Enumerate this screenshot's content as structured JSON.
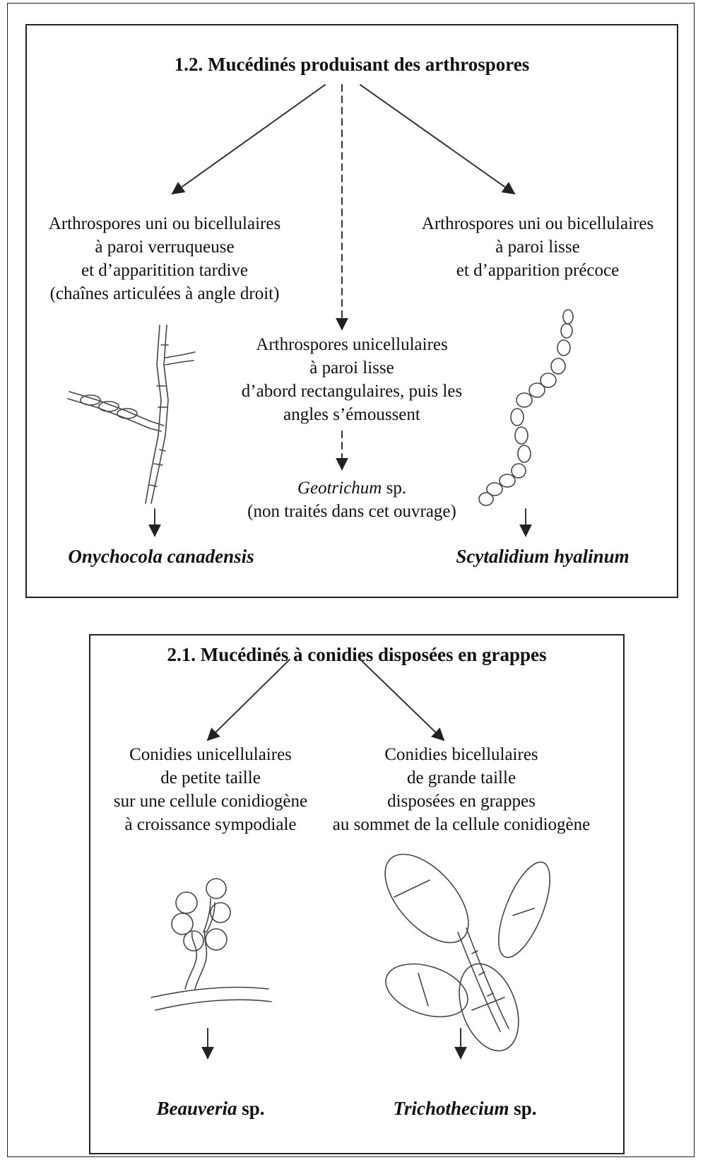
{
  "section1": {
    "title": "1.2. Mucédinés produisant des arthrospores",
    "left": {
      "lines": [
        "Arthrospores uni ou bicellulaires",
        "à paroi verruqueuse",
        "et d’apparitition tardive",
        "(chaînes articulées à angle droit)"
      ],
      "taxon": "Onychocola canadensis"
    },
    "center": {
      "lines": [
        "Arthrospores unicellulaires",
        "à paroi lisse",
        "d’abord rectangulaires, puis les",
        "angles s’émoussent"
      ],
      "taxon_italic": "Geotrichum",
      "taxon_suffix": " sp.",
      "note": "(non traités dans cet ouvrage)"
    },
    "right": {
      "lines": [
        "Arthrospores uni ou bicellulaires",
        "à paroi lisse",
        "et d’apparition précoce"
      ],
      "taxon": "Scytalidium hyalinum"
    }
  },
  "section2": {
    "title": "2.1. Mucédinés à conidies disposées en grappes",
    "left": {
      "lines": [
        "Conidies unicellulaires",
        "de petite taille",
        "sur une cellule conidiogène",
        "à croissance sympodiale"
      ],
      "taxon_italic": "Beauveria",
      "taxon_suffix": " sp."
    },
    "right": {
      "lines": [
        "Conidies bicellulaires",
        "de grande taille",
        "disposées en grappes",
        "au sommet de la cellule conidiogène"
      ],
      "taxon_italic": "Trichothecium",
      "taxon_suffix": " sp."
    }
  },
  "icons": {
    "arrow": "arrow-icon",
    "down_arrow": "down-arrow-icon",
    "onychocola_drawing": "fungal-hyphae-drawing",
    "scytalidium_drawing": "spore-chain-drawing",
    "beauveria_drawing": "conidia-cluster-drawing",
    "trichothecium_drawing": "bicellular-conidia-drawing"
  }
}
